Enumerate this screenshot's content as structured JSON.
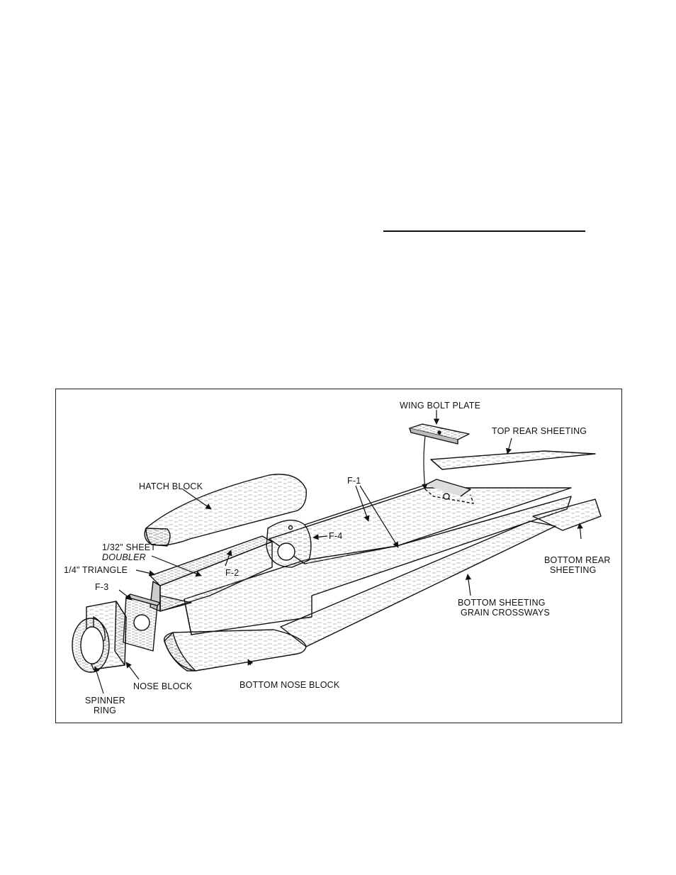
{
  "labels": {
    "wing_bolt_plate": "WING BOLT PLATE",
    "top_rear_sheeting": "TOP REAR SHEETING",
    "hatch_block": "HATCH BLOCK",
    "f1": "F-1",
    "f4": "F-4",
    "sheet_doubler_1": "1/32\" SHEET",
    "sheet_doubler_2": "DOUBLER",
    "triangle": "1/4\" TRIANGLE",
    "f2": "F-2",
    "f3": "F-3",
    "bottom_rear_sheeting_1": "BOTTOM REAR",
    "bottom_rear_sheeting_2": "SHEETING",
    "bottom_sheeting_1": "BOTTOM SHEETING",
    "bottom_sheeting_2": "GRAIN CROSSWAYS",
    "nose_block": "NOSE BLOCK",
    "bottom_nose_block": "BOTTOM NOSE BLOCK",
    "spinner_ring_1": "SPINNER",
    "spinner_ring_2": "RING"
  }
}
